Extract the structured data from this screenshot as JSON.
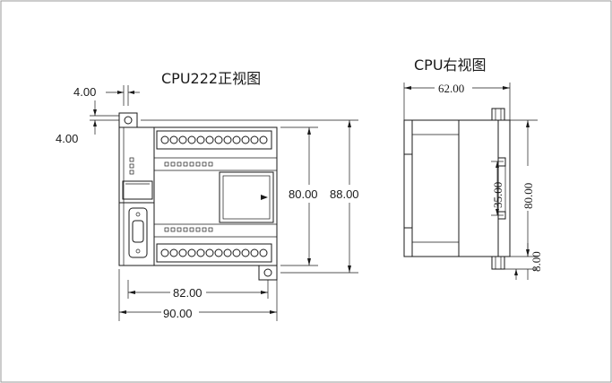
{
  "diagram": {
    "front_title": "CPU222正视图",
    "side_title": "CPU右视图",
    "front_dims": {
      "hole_offset_x": "4.00",
      "hole_offset_y": "4.00",
      "mount_height": "80.00",
      "total_height": "88.00",
      "mount_width": "82.00",
      "total_width": "90.00"
    },
    "side_dims": {
      "depth": "62.00",
      "body_height": "80.00",
      "rail_width": "35.00",
      "clip_offset": "8.00"
    },
    "colors": {
      "line": "#1a1a1a",
      "background": "#ffffff",
      "frame": "#999999"
    }
  }
}
